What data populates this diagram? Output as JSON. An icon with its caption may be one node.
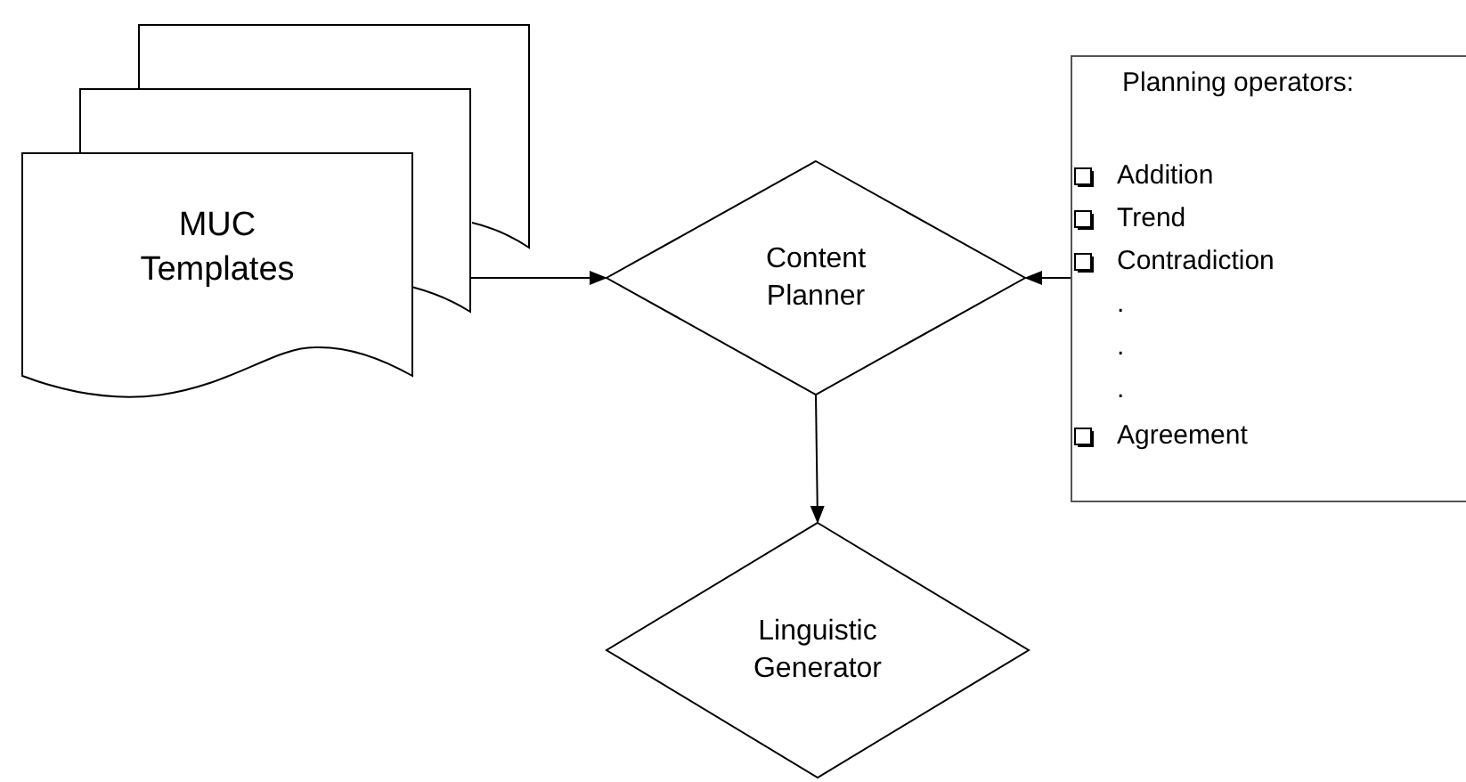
{
  "diagram": {
    "nodes": [
      {
        "text": [
          "MUC Templates"
        ]
      },
      {
        "text": [
          "Content Planner"
        ]
      },
      {
        "text": [
          "Planning operators:",
          "Addition",
          "Trend",
          "Contradiction",
          ".",
          ".",
          ".",
          "Agreement"
        ]
      },
      {
        "text": [
          "Linguistic Generator"
        ]
      }
    ],
    "edges": [
      {
        "from": 0,
        "to": 1,
        "arrow": "to"
      },
      {
        "from": 2,
        "to": 1,
        "arrow": "to"
      },
      {
        "from": 1,
        "to": 3,
        "arrow": "to"
      }
    ]
  }
}
